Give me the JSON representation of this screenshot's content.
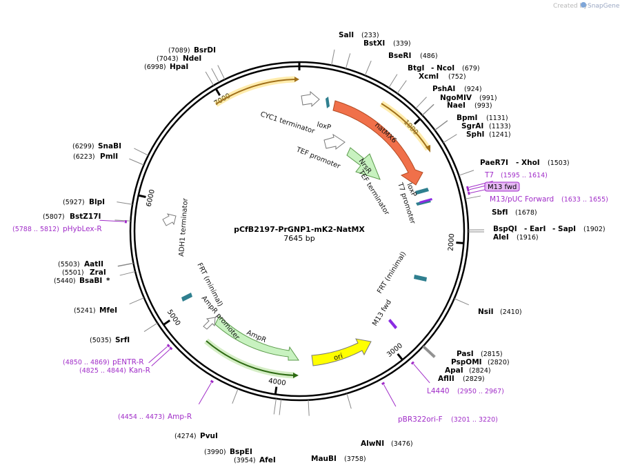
{
  "credit": {
    "text": "Created by",
    "brand": "SnapGene"
  },
  "plasmid": {
    "name": "pCfB2197-PrGNP1-mK2-NatMX",
    "size_label": "7645 bp",
    "length": 7645
  },
  "ticks": [
    {
      "pos": 1000,
      "label": "1000"
    },
    {
      "pos": 2000,
      "label": "2000"
    },
    {
      "pos": 3000,
      "label": "3000"
    },
    {
      "pos": 4000,
      "label": "4000"
    },
    {
      "pos": 5000,
      "label": "5000"
    },
    {
      "pos": 6000,
      "label": "6000"
    },
    {
      "pos": 7000,
      "label": "7000"
    }
  ],
  "enzymes": [
    {
      "name": "SalI",
      "pos": "(233)",
      "site": 233
    },
    {
      "name": "BstXI",
      "pos": "(339)",
      "site": 339
    },
    {
      "name": "BseRI",
      "pos": "(486)",
      "site": 486
    },
    {
      "name": "BtgI",
      "pos": "(679)",
      "site": 679,
      "extra": "- NcoI"
    },
    {
      "name": "XcmI",
      "pos": "(752)",
      "site": 752
    },
    {
      "name": "PshAI",
      "pos": "(924)",
      "site": 924
    },
    {
      "name": "NgoMIV",
      "pos": "(991)",
      "site": 991
    },
    {
      "name": "NaeI",
      "pos": "(993)",
      "site": 993
    },
    {
      "name": "BpmI",
      "pos": "(1131)",
      "site": 1131
    },
    {
      "name": "SgrAI",
      "pos": "(1133)",
      "site": 1133
    },
    {
      "name": "SphI",
      "pos": "(1241)",
      "site": 1241
    },
    {
      "name": "PaeR7I",
      "pos": "(1503)",
      "site": 1503,
      "extra": "- XhoI"
    },
    {
      "name": "SbfI",
      "pos": "(1678)",
      "site": 1678
    },
    {
      "name": "BspQI",
      "pos": "(1902)",
      "site": 1902,
      "extra": "- EarI",
      "extra2": "- SapI"
    },
    {
      "name": "AleI",
      "pos": "(1916)",
      "site": 1916
    },
    {
      "name": "NsiI",
      "pos": "(2410)",
      "site": 2410
    },
    {
      "name": "PasI",
      "pos": "(2815)",
      "site": 2815
    },
    {
      "name": "PspOMI",
      "pos": "(2820)",
      "site": 2820
    },
    {
      "name": "ApaI",
      "pos": "(2824)",
      "site": 2824
    },
    {
      "name": "AflII",
      "pos": "(2829)",
      "site": 2829
    },
    {
      "name": "AlwNI",
      "pos": "(3476)",
      "site": 3476
    },
    {
      "name": "MauBI",
      "pos": "(3758)",
      "site": 3758
    },
    {
      "name": "AfeI",
      "pos": "(3954)",
      "site": 3954
    },
    {
      "name": "BspEI",
      "pos": "(3990)",
      "site": 3990
    },
    {
      "name": "PvuI",
      "pos": "(4274)",
      "site": 4274
    },
    {
      "name": "SrfI",
      "pos": "(5035)",
      "site": 5035
    },
    {
      "name": "MfeI",
      "pos": "(5241)",
      "site": 5241
    },
    {
      "name": "BsaBI",
      "pos": "(5440)",
      "site": 5440,
      "mark": "*"
    },
    {
      "name": "ZraI",
      "pos": "(5501)",
      "site": 5501
    },
    {
      "name": "AatII",
      "pos": "(5503)",
      "site": 5503
    },
    {
      "name": "BstZ17I",
      "pos": "(5807)",
      "site": 5807
    },
    {
      "name": "BlpI",
      "pos": "(5927)",
      "site": 5927
    },
    {
      "name": "PmlI",
      "pos": "(6223)",
      "site": 6223
    },
    {
      "name": "SnaBI",
      "pos": "(6299)",
      "site": 6299
    },
    {
      "name": "HpaI",
      "pos": "(6998)",
      "site": 6998
    },
    {
      "name": "NdeI",
      "pos": "(7043)",
      "site": 7043
    },
    {
      "name": "BsrDI",
      "pos": "(7089)",
      "site": 7089
    }
  ],
  "primers": [
    {
      "name": "T7",
      "range": "(1595 .. 1614)",
      "site": 1604
    },
    {
      "name": "M13 fwd",
      "range": "",
      "site": 1620,
      "boxed": true
    },
    {
      "name": "M13/pUC Forward",
      "range": "(1633 .. 1655)",
      "site": 1644
    },
    {
      "name": "L4440",
      "range": "(2950 .. 2967)",
      "site": 2958
    },
    {
      "name": "pBR322ori-F",
      "range": "(3201 .. 3220)",
      "site": 3210
    },
    {
      "name": "Amp-R",
      "range": "(4454 .. 4473)",
      "site": 4463
    },
    {
      "name": "Kan-R",
      "range": "(4825 .. 4844)",
      "site": 4834
    },
    {
      "name": "pENTR-R",
      "range": "(4850 .. 4869)",
      "site": 4860
    },
    {
      "name": "pHybLex-R",
      "range": "(5788 .. 5812)",
      "site": 5800
    }
  ],
  "features": [
    {
      "name": "CYC1 terminator",
      "color": "#ffffff"
    },
    {
      "name": "loxP",
      "color": "#2f7f8f"
    },
    {
      "name": "natMX6",
      "color": "#f0704a"
    },
    {
      "name": "TEF promoter",
      "color": "#ffffff"
    },
    {
      "name": "NrsR",
      "color": "#c8f2c0"
    },
    {
      "name": "TEF terminator",
      "color": "#ffffff"
    },
    {
      "name": "loxP",
      "color": "#2f7f8f"
    },
    {
      "name": "T7 promoter",
      "color": "#ffffff"
    },
    {
      "name": "FRT (minimal)",
      "color": "#2f7f8f"
    },
    {
      "name": "M13 fwd",
      "color": "#8a2be2"
    },
    {
      "name": "ori",
      "color": "#ffff00"
    },
    {
      "name": "AmpR",
      "color": "#c8f2c0"
    },
    {
      "name": "AmpR promoter",
      "color": "#ffffff"
    },
    {
      "name": "FRT (minimal)",
      "color": "#2f7f8f"
    },
    {
      "name": "ADH1 terminator",
      "color": "#ffffff"
    }
  ],
  "colors": {
    "backbone": "#000000",
    "orf_orange": "#f5a623",
    "orf_green": "#3c8c1e",
    "primer": "#a02cc8",
    "site_line": "#888888"
  }
}
